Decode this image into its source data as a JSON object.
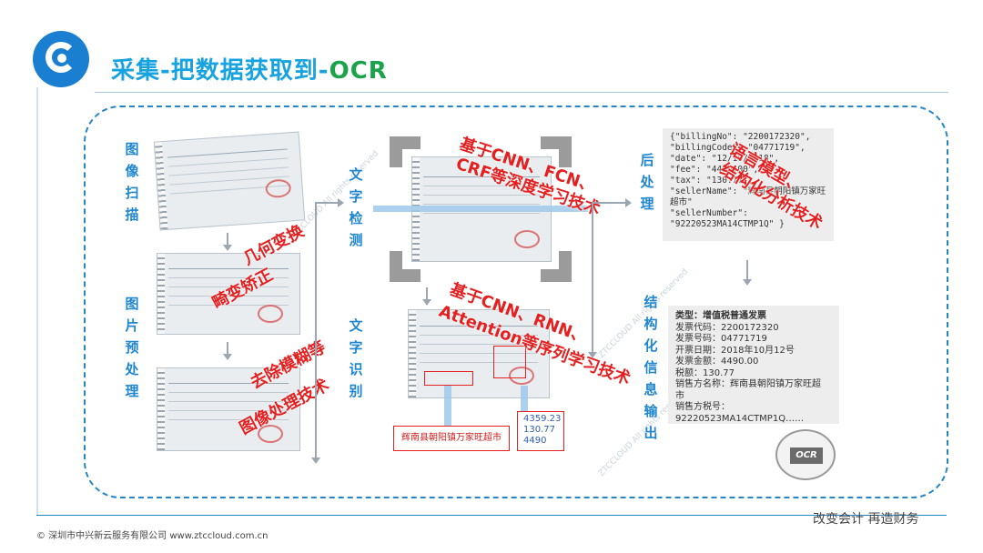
{
  "header": {
    "title_main": "采集-把数据获取到-",
    "title_ocr": "OCR"
  },
  "labels": {
    "scan": "图像扫描",
    "preprocess": "图片预处理",
    "detect": "文字检测",
    "recognize": "文字识别",
    "postprocess": "后处理",
    "output": "结构化信息输出"
  },
  "annotations": {
    "geo": "几何变换",
    "distort": "畸变矫正",
    "deblur": "去除模糊等",
    "imgtech": "图像处理技术",
    "cnn1": "基于CNN、FCN、",
    "crf": "CRF等深度学习技术",
    "cnn2": "基于CNN、RNN、",
    "attn": "Attention等序列学习技术",
    "lang": "语言模型、",
    "struct": "结构化分析技术"
  },
  "json_lines": [
    "{\"billingNo\": \"2200172320\",",
    "\"billingCode\": \"04771719\",",
    "\"date\": \"12/10/2018\",",
    "\"fee\": \"4490.00\",",
    "\"tax\": \"130.77\",",
    "\"sellerName\": \"辉南县朝阳镇万家旺",
    "超市\"",
    "\"sellerNumber\":",
    "\"92220523MA14CTMP1Q\" }"
  ],
  "output_lines": [
    "类型：增值税普通发票",
    "发票代码：2200172320",
    "发票号码：04771719",
    "开票日期：2018年10月12号",
    "发票金额：4490.00",
    "税额：130.77",
    "销售方名称：辉南县朝阳镇万家旺超",
    "市",
    "销售方税号：",
    "92220523MA14CTMP1Q……"
  ],
  "recognized": {
    "seller": "辉南县朝阳镇万家旺超市",
    "num1": "4359.23",
    "num2": "130.77",
    "num3": "4490"
  },
  "badge": "OCR",
  "footer": {
    "copyright": "© 深圳市中兴新云服务有限公司    www.ztccloud.com.cn",
    "slogan": "改变会计  再造财务"
  },
  "watermark": "ZTCCLOUD All rights reserved",
  "colors": {
    "title": "#17a2e0",
    "ocr": "#1aa34a",
    "red": "#e52020",
    "frame": "#2486c8"
  }
}
